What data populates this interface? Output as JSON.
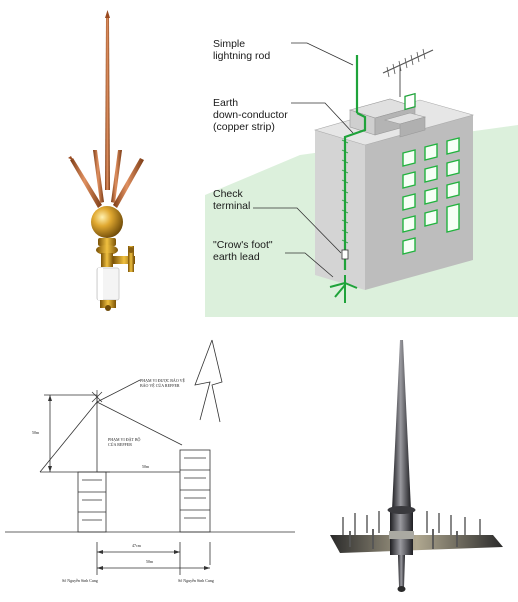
{
  "panels": {
    "rod": {
      "name": "copper-lightning-rod"
    },
    "building": {
      "callouts": {
        "simple_rod": [
          "Simple",
          "lightning rod"
        ],
        "down_conductor": [
          "Earth",
          "down-conductor",
          "(copper strip)"
        ],
        "check_terminal": [
          "Check",
          "terminal"
        ],
        "crows_foot": [
          "\"Crow's foot\"",
          "earth lead"
        ]
      }
    },
    "diagram": {
      "labels": {
        "protection_zone_1": [
          "PHẠM VI ĐƯỢC BẢO VỆ",
          "BẢO VỆ CỦA REFFER"
        ],
        "protection_zone_2": [
          "PHẠM VI ĐẶT BỘ",
          "CỦA REFFER"
        ],
        "height_dim": "50m",
        "dist_top": "50m",
        "dist_bottom_1": "47cm",
        "dist_bottom_2": "50m",
        "address_left": "Số Nguyễn Sinh Cung",
        "address_right": "Số Nguyễn Sinh Cung"
      }
    },
    "ese": {
      "name": "ese-lightning-rod"
    }
  },
  "colors": {
    "copper": "#b8652a",
    "brass": "#d9a12a",
    "building_gray": "#c8c8c8",
    "conductor_green": "#1fa33a",
    "window_green": "#2ecc55",
    "zone_green": "#dff2df",
    "steel": "#4a4a4e"
  }
}
